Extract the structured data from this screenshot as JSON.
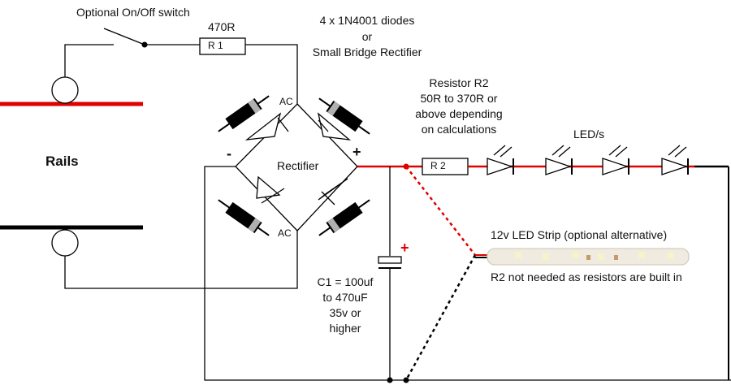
{
  "labels": {
    "switch": "Optional On/Off switch",
    "r1_value": "470R",
    "r1_body": "R 1",
    "diodes_line1": "4 x 1N4001 diodes",
    "diodes_line2": "or",
    "diodes_line3": "Small Bridge Rectifier",
    "r2_line1": "Resistor R2",
    "r2_line2": "50R to 370R or",
    "r2_line3": "above depending",
    "r2_line4": "on calculations",
    "r2_body": "R 2",
    "leds": "LED/s",
    "rails": "Rails",
    "rectifier": "Rectifier",
    "ac_top": "AC",
    "ac_bottom": "AC",
    "minus": "-",
    "plus": "+",
    "cap_plus": "+",
    "strip_title": "12v LED Strip (optional alternative)",
    "strip_note": "R2 not needed as resistors are built in",
    "c1_line1": "C1 = 100uf",
    "c1_line2": "to 470uF",
    "c1_line3": "35v or",
    "c1_line4": "higher"
  },
  "colors": {
    "wire": "#000000",
    "positive_wire": "#e00000",
    "rail_live": "#e00000",
    "rail_return": "#000000",
    "diode_cathode_band": "#b0b0b0",
    "strip": "#f0ebe1"
  }
}
